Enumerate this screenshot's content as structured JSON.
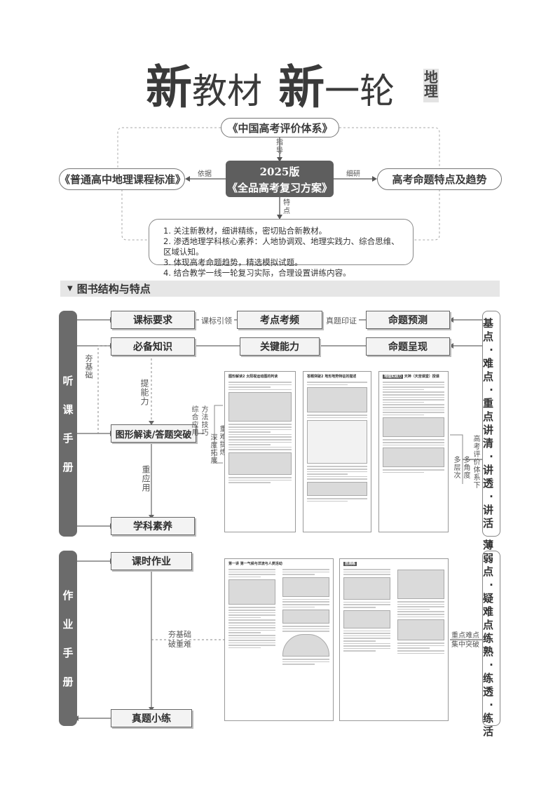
{
  "header": {
    "title_part1_big": "新",
    "title_part1_rest": "教材",
    "title_part2_big": "新",
    "title_part2_rest": "一轮",
    "subject": [
      "地",
      "理"
    ]
  },
  "top_diagram": {
    "evaluation_system": "《中国高考评价体系》",
    "guide_label": "指导",
    "book_year": "2025版",
    "book_name": "《全品高考复习方案》",
    "standard": "《普通高中地理课程标准》",
    "basis_label": "依据",
    "study_label": "细研",
    "trends": "高考命题特点及趋势",
    "features_label": "特点",
    "features": [
      "1. 关注新教材，细讲精练，密切贴合新教材。",
      "2. 渗透地理学科核心素养：人地协调观、地理实践力、综合思维、区域认知。",
      "3. 体现高考命题趋势，精选模拟试题。",
      "4. 结合教学一线一轮复习实际，合理设置讲练内容。"
    ]
  },
  "section": {
    "title": "图书结构与特点"
  },
  "listen": {
    "tab": [
      "听",
      "课",
      "手",
      "册"
    ],
    "row1": {
      "a": "课标要求",
      "link1": "课标引领",
      "b": "考点考频",
      "link2": "真题印证",
      "c": "命题预测"
    },
    "row2": {
      "a": "必备知识",
      "b": "关键能力",
      "c": "命题呈现"
    },
    "lbl_foundation": "夯基础",
    "lbl_ability": "提能力",
    "node_graph": "图形解读/答题突破",
    "lbl_method": [
      "方法技巧",
      "综合应用"
    ],
    "lbl_pattern": [
      "重难提炼",
      "深度拓展"
    ],
    "lbl_apply": "重应用",
    "node_quality": "学科素养",
    "lbl_multi": [
      "高考评价体系下",
      "多角度",
      "多层次"
    ],
    "right_tab": [
      "基点",
      "·",
      "难点",
      "·",
      "重点",
      "讲清",
      "·",
      "讲透",
      "·",
      "讲活"
    ],
    "thumb1": {
      "head": "图形解读2 太阳视运动图的判读"
    },
    "thumb2": {
      "head": "答题突破2 地形地势特征的描述"
    },
    "thumb3": {
      "badge": "地理实践力",
      "head": "天神（天宫课堂）授课"
    }
  },
  "homework": {
    "tab": [
      "作",
      "业",
      "手",
      "册"
    ],
    "node_lesson": "课时作业",
    "lbl_foundation": [
      "夯基础",
      "破重难"
    ],
    "node_real": "真题小练",
    "lbl_focus": [
      "重点难点",
      "集中突破"
    ],
    "right_tab": [
      "薄弱点",
      "·",
      "疑难点",
      "练熟",
      "·",
      "练透",
      "·",
      "练活"
    ],
    "thumb1": {
      "head": "第一讲 第一气候与洋流与人类活动"
    },
    "thumb2": {
      "badge": "自测练",
      "head": ""
    }
  }
}
